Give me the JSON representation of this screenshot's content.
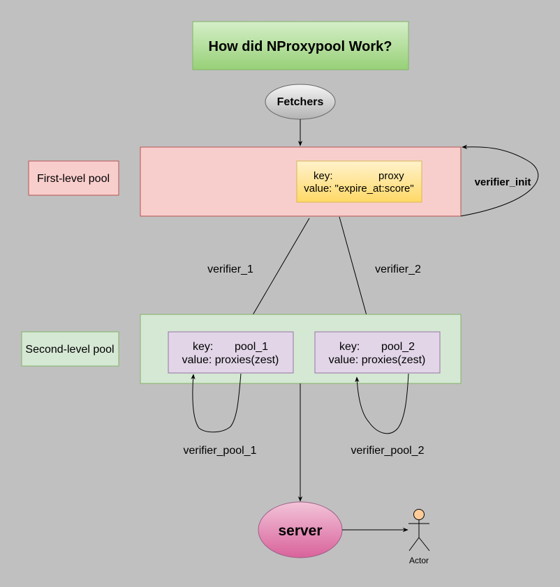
{
  "title": "How did NProxypool Work?",
  "nodes": {
    "fetchers": "Fetchers",
    "first_level_pool_label": "First-level pool",
    "second_level_pool_label": "Second-level pool",
    "first_record": {
      "key_label": "key:",
      "key_value": "proxy",
      "value_line": "value: \"expire_at:score\""
    },
    "pool_1": {
      "key_label": "key:",
      "key_value": "pool_1",
      "value_line": "value: proxies(zest)"
    },
    "pool_2": {
      "key_label": "key:",
      "key_value": "pool_2",
      "value_line": "value: proxies(zest)"
    },
    "server": "server",
    "actor": "Actor"
  },
  "edges": {
    "verifier_init": "verifier_init",
    "verifier_1": "verifier_1",
    "verifier_2": "verifier_2",
    "verifier_pool_1": "verifier_pool_1",
    "verifier_pool_2": "verifier_pool_2"
  },
  "colors": {
    "background": "#c0c0c0",
    "title_fill": "#a6d98c",
    "first_pool_fill": "#f8cecc",
    "first_pool_stroke": "#b85450",
    "record_fill": "#ffe082",
    "record_stroke": "#d6b656",
    "second_pool_fill": "#d5e8d4",
    "second_pool_stroke": "#82b366",
    "pool_item_fill": "#e1d5e7",
    "pool_item_stroke": "#9673a6",
    "fetchers_fill": "#dcdcdc",
    "server_fill": "#e37ba9",
    "actor_head": "#ffcc99"
  }
}
